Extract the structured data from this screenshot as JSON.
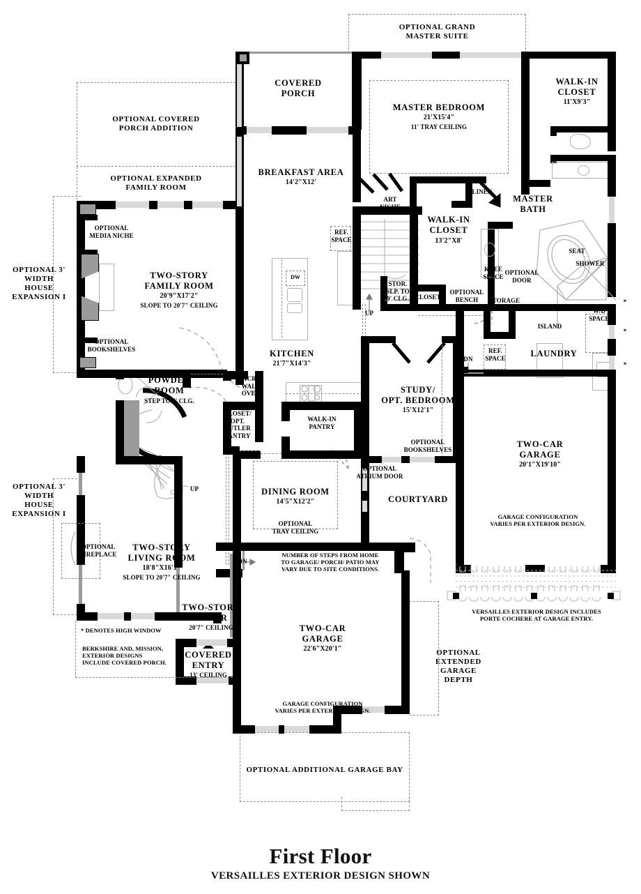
{
  "title": {
    "main": "First Floor",
    "subtitle": "VERSAILLES EXTERIOR DESIGN SHOWN"
  },
  "rooms": [
    {
      "id": "covered_porch",
      "name": "COVERED\nPORCH"
    },
    {
      "id": "breakfast_area",
      "name": "BREAKFAST AREA",
      "dim": "14'2\"X12'"
    },
    {
      "id": "master_bedroom",
      "name": "MASTER BEDROOM",
      "dim": "21'X15'4\"",
      "ceiling": "11' TRAY CEILING"
    },
    {
      "id": "walk_in_closet_mbr",
      "name": "WALK-IN\nCLOSET",
      "dim": "11'X9'3\""
    },
    {
      "id": "master_bath",
      "name": "MASTER\nBATH"
    },
    {
      "id": "walk_in_closet_2",
      "name": "WALK-IN\nCLOSET",
      "dim": "13'2\"X8'"
    },
    {
      "id": "family_room",
      "name": "TWO-STORY\nFAMILY ROOM",
      "dim": "20'9\"X17'2\"",
      "ceiling": "SLOPE TO 20'7\" CEILING"
    },
    {
      "id": "kitchen",
      "name": "KITCHEN",
      "dim": "21'7\"X14'3\""
    },
    {
      "id": "powder_room",
      "name": "POWDER\nROOM",
      "ceiling": "STEP TO 9' CLG."
    },
    {
      "id": "study_bedroom",
      "name": "STUDY/\nOPT. BEDROOM",
      "dim": "15'X12'1\""
    },
    {
      "id": "laundry",
      "name": "LAUNDRY"
    },
    {
      "id": "dining_room",
      "name": "DINING ROOM",
      "dim": "14'5\"X12'2\""
    },
    {
      "id": "courtyard",
      "name": "COURTYARD"
    },
    {
      "id": "living_room",
      "name": "TWO-STORY\nLIVING ROOM",
      "dim": "18'8\"X16'1\"",
      "ceiling": "SLOPE TO 20'7\" CEILING"
    },
    {
      "id": "foyer",
      "name": "TWO-STORY\nFOYER",
      "ceiling": "20'7\" CEILING"
    },
    {
      "id": "covered_entry",
      "name": "COVERED\nENTRY",
      "ceiling": "13' CEILING"
    },
    {
      "id": "garage_right",
      "name": "TWO-CAR\nGARAGE",
      "dim": "20'1\"X19'10\""
    },
    {
      "id": "garage_front",
      "name": "TWO-CAR\nGARAGE",
      "dim": "22'6\"X20'1\""
    }
  ],
  "optional_areas": [
    {
      "id": "opt_grand_master",
      "label": "OPTIONAL GRAND\nMASTER SUITE"
    },
    {
      "id": "opt_covered_porch",
      "label": "OPTIONAL COVERED\nPORCH ADDITION"
    },
    {
      "id": "opt_expanded_family",
      "label": "OPTIONAL EXPANDED\nFAMILY ROOM"
    },
    {
      "id": "opt_house_exp_upper",
      "label": "OPTIONAL 3'\nWIDTH\nHOUSE\nEXPANSION I"
    },
    {
      "id": "opt_house_exp_lower",
      "label": "OPTIONAL 3'\nWIDTH\nHOUSE\nEXPANSION I"
    },
    {
      "id": "opt_extended_garage",
      "label": "OPTIONAL\nEXTENDED\nGARAGE\nDEPTH"
    },
    {
      "id": "opt_additional_bay",
      "label": "OPTIONAL ADDITIONAL GARAGE BAY"
    }
  ],
  "small_labels": [
    {
      "id": "opt_media_niche",
      "text": "OPTIONAL\nMEDIA NICHE"
    },
    {
      "id": "opt_bookshelves_fr",
      "text": "OPTIONAL\nBOOKSHELVES"
    },
    {
      "id": "opt_fireplace",
      "text": "OPTIONAL\nFIREPLACE"
    },
    {
      "id": "art_niche",
      "text": "ART\nNICHE"
    },
    {
      "id": "linen",
      "text": "LINEN"
    },
    {
      "id": "ref_space_kitchen",
      "text": "REF.\nSPACE"
    },
    {
      "id": "ref_space_laundry",
      "text": "REF.\nSPACE"
    },
    {
      "id": "dw",
      "text": "DW"
    },
    {
      "id": "stor_slp",
      "text": "STOR.\nSLP. TO\n9' CLG."
    },
    {
      "id": "up_stair",
      "text": "UP"
    },
    {
      "id": "up_stair_living",
      "text": "UP"
    },
    {
      "id": "closet",
      "text": "CLOSET"
    },
    {
      "id": "opt_bench",
      "text": "OPTIONAL\nBENCH"
    },
    {
      "id": "storage",
      "text": "STORAGE"
    },
    {
      "id": "knee_space",
      "text": "KNEE\nSPACE"
    },
    {
      "id": "opt_door",
      "text": "OPTIONAL\nDOOR"
    },
    {
      "id": "seat",
      "text": "SEAT"
    },
    {
      "id": "shower",
      "text": "SHOWER"
    },
    {
      "id": "wd_space",
      "text": "W/D\nSPACE"
    },
    {
      "id": "island",
      "text": "ISLAND"
    },
    {
      "id": "dn_laundry",
      "text": "DN"
    },
    {
      "id": "dn_dining",
      "text": "DN"
    },
    {
      "id": "micro_wall_oven",
      "text": "MICRO/\nWALL\nOVEN"
    },
    {
      "id": "closet_butler",
      "text": "CLOSET/\nOPT.\nBUTLER\nPANTRY"
    },
    {
      "id": "walk_in_pantry",
      "text": "WALK-IN\nPANTRY"
    },
    {
      "id": "opt_bookshelves_st",
      "text": "OPTIONAL\nBOOKSHELVES"
    },
    {
      "id": "opt_atrium_door",
      "text": "OPTIONAL\nATRIUM DOOR"
    },
    {
      "id": "opt_tray_ceiling",
      "text": "OPTIONAL\nTRAY CEILING"
    }
  ],
  "notes": [
    {
      "id": "steps_note",
      "text": "NUMBER OF STEPS FROM HOME\nTO GARAGE/ PORCH/ PATIO MAY\nVARY DUE TO SITE CONDITIONS."
    },
    {
      "id": "high_window_note",
      "text": "* DENOTES HIGH WINDOW"
    },
    {
      "id": "berkshire_note",
      "text": "BERKSHIRE AND, MISSION,\nEXTERIOR DESIGNS\nINCLUDE COVERED PORCH."
    },
    {
      "id": "garage_config_right",
      "text": "GARAGE CONFIGURATION\nVARIES PER EXTERIOR DESIGN."
    },
    {
      "id": "porte_cochere_note",
      "text": "VERSAILLES EXTERIOR DESIGN INCLUDES\nPORTE COCHERE AT GARAGE ENTRY."
    },
    {
      "id": "garage_config_front",
      "text": "GARAGE CONFIGURATION\nVARIES PER EXTERIOR DESIGN."
    }
  ],
  "colors": {
    "wall": "#000000",
    "window": "#d9d9d9",
    "optional_dash": "#8a8a8a",
    "fixture": "#b0b0b0",
    "fill_gray": "#9b9b9b",
    "background": "#ffffff"
  }
}
